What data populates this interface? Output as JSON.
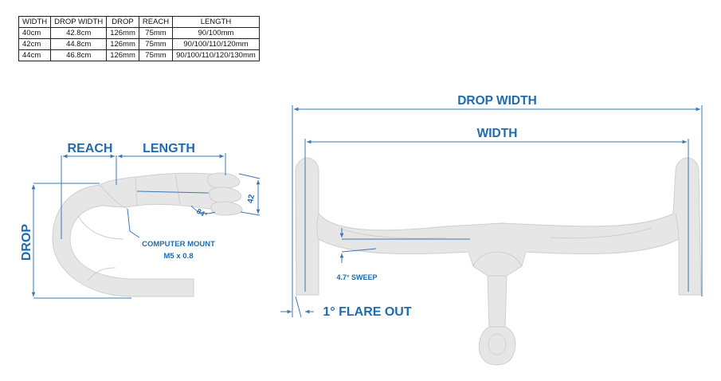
{
  "table": {
    "headers": [
      "WIDTH",
      "DROP WIDTH",
      "DROP",
      "REACH",
      "LENGTH"
    ],
    "rows": [
      [
        "40cm",
        "42.8cm",
        "126mm",
        "75mm",
        "90/100mm"
      ],
      [
        "42cm",
        "44.8cm",
        "126mm",
        "75mm",
        "90/100/110/120mm"
      ],
      [
        "44cm",
        "46.8cm",
        "126mm",
        "75mm",
        "90/100/110/120/130mm"
      ]
    ]
  },
  "side_view": {
    "reach_label": "REACH",
    "length_label": "LENGTH",
    "drop_label": "DROP",
    "angle_label": "84°",
    "stack_label": "42",
    "mount_title": "COMPUTER MOUNT",
    "mount_spec": "M5 x 0.8"
  },
  "front_view": {
    "drop_width_label": "DROP WIDTH",
    "width_label": "WIDTH",
    "sweep_label": "4.7° SWEEP",
    "flare_label": "1° FLARE OUT"
  },
  "colors": {
    "accent": "#1f6bb0",
    "dimension_line": "#3a78b8",
    "bar_fill": "#e6e6e6",
    "bar_outline": "#cfcfcf"
  }
}
